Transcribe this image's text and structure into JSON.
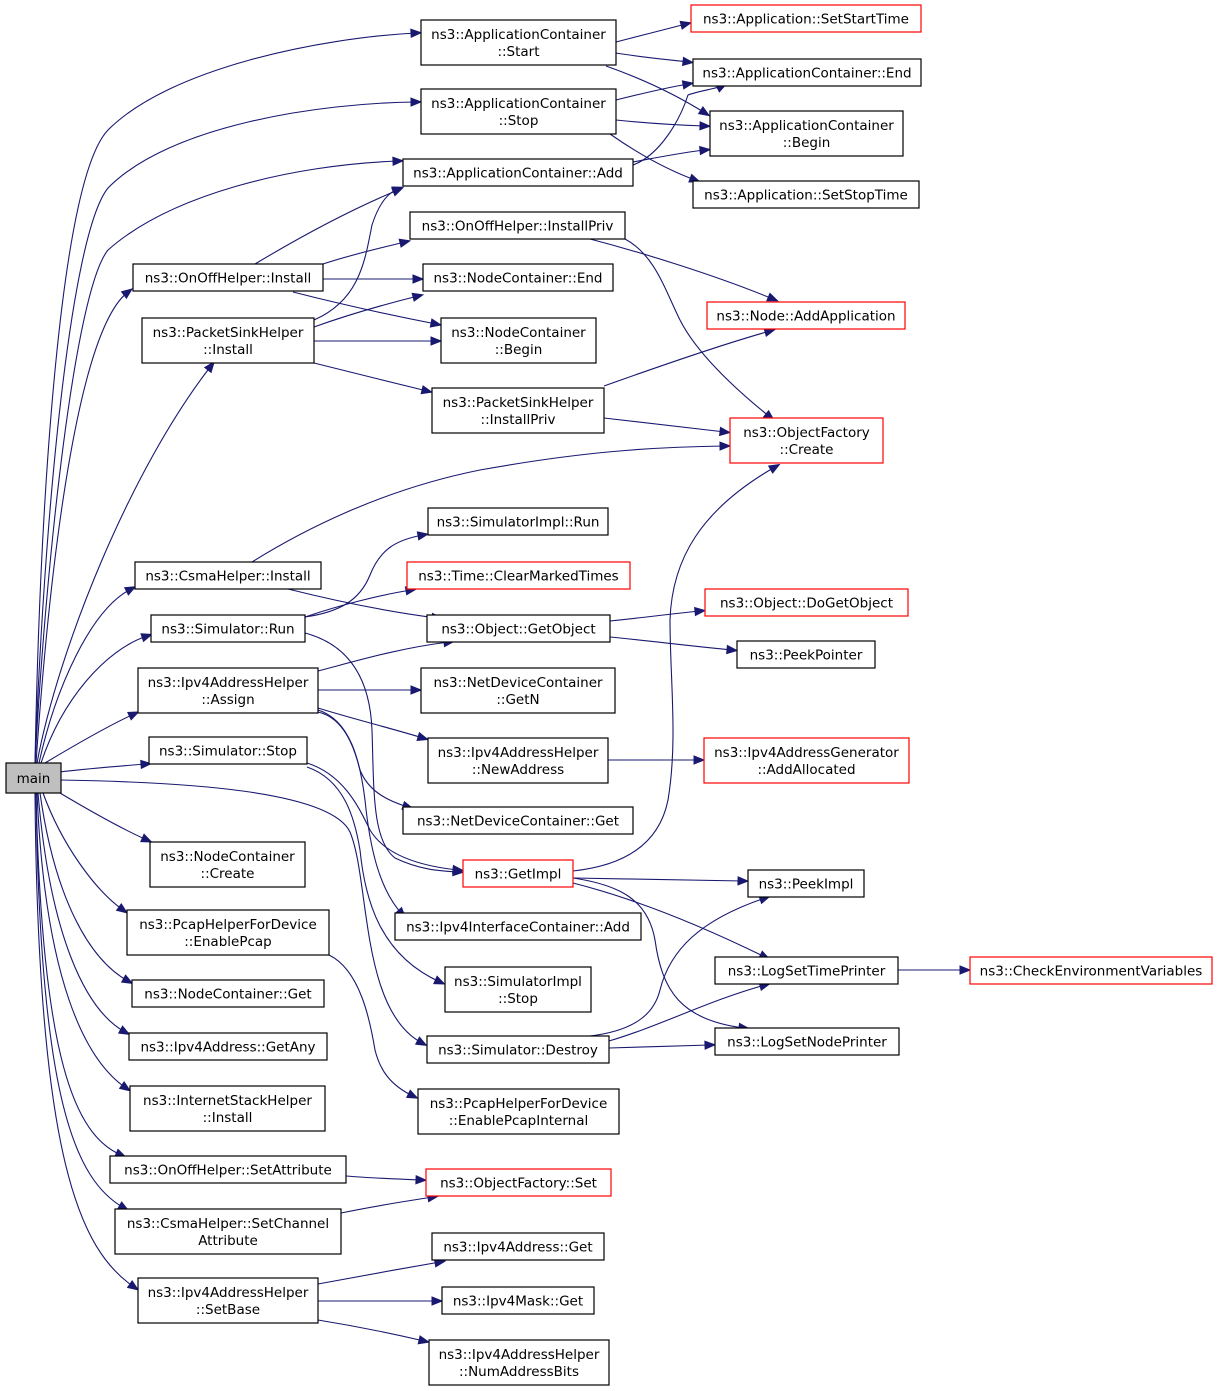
{
  "colors": {
    "edge": "#191970",
    "node_border": "#000000",
    "truncated_border": "#ff0000",
    "root_fill": "#bfbfbf"
  },
  "nodes": [
    {
      "id": "main",
      "lines": [
        "main"
      ],
      "style": "root"
    },
    {
      "id": "acStart",
      "lines": [
        "ns3::ApplicationContainer",
        "::Start"
      ]
    },
    {
      "id": "acStop",
      "lines": [
        "ns3::ApplicationContainer",
        "::Stop"
      ]
    },
    {
      "id": "acAdd",
      "lines": [
        "ns3::ApplicationContainer::Add"
      ]
    },
    {
      "id": "ooInstallPriv",
      "lines": [
        "ns3::OnOffHelper::InstallPriv"
      ]
    },
    {
      "id": "ooInstall",
      "lines": [
        "ns3::OnOffHelper::Install"
      ]
    },
    {
      "id": "psInstall",
      "lines": [
        "ns3::PacketSinkHelper",
        "::Install"
      ]
    },
    {
      "id": "ncEnd",
      "lines": [
        "ns3::NodeContainer::End"
      ]
    },
    {
      "id": "ncBegin",
      "lines": [
        "ns3::NodeContainer",
        "::Begin"
      ]
    },
    {
      "id": "psInstallPriv",
      "lines": [
        "ns3::PacketSinkHelper",
        "::InstallPriv"
      ]
    },
    {
      "id": "appSetStart",
      "lines": [
        "ns3::Application::SetStartTime"
      ],
      "style": "trunc"
    },
    {
      "id": "acEnd",
      "lines": [
        "ns3::ApplicationContainer::End"
      ]
    },
    {
      "id": "acBegin",
      "lines": [
        "ns3::ApplicationContainer",
        "::Begin"
      ]
    },
    {
      "id": "appSetStop",
      "lines": [
        "ns3::Application::SetStopTime"
      ]
    },
    {
      "id": "nodeAddApp",
      "lines": [
        "ns3::Node::AddApplication"
      ],
      "style": "trunc"
    },
    {
      "id": "ofCreate",
      "lines": [
        "ns3::ObjectFactory",
        "::Create"
      ],
      "style": "trunc"
    },
    {
      "id": "simImplRun",
      "lines": [
        "ns3::SimulatorImpl::Run"
      ]
    },
    {
      "id": "timeClear",
      "lines": [
        "ns3::Time::ClearMarkedTimes"
      ],
      "style": "trunc"
    },
    {
      "id": "csmaInstall",
      "lines": [
        "ns3::CsmaHelper::Install"
      ]
    },
    {
      "id": "simRun",
      "lines": [
        "ns3::Simulator::Run"
      ]
    },
    {
      "id": "objGetObject",
      "lines": [
        "ns3::Object::GetObject"
      ]
    },
    {
      "id": "objDoGet",
      "lines": [
        "ns3::Object::DoGetObject"
      ],
      "style": "trunc"
    },
    {
      "id": "peekPointer",
      "lines": [
        "ns3::PeekPointer"
      ]
    },
    {
      "id": "ipv4Assign",
      "lines": [
        "ns3::Ipv4AddressHelper",
        "::Assign"
      ]
    },
    {
      "id": "ndcGetN",
      "lines": [
        "ns3::NetDeviceContainer",
        "::GetN"
      ]
    },
    {
      "id": "ipv4NewAddr",
      "lines": [
        "ns3::Ipv4AddressHelper",
        "::NewAddress"
      ]
    },
    {
      "id": "ipv4GenAlloc",
      "lines": [
        "ns3::Ipv4AddressGenerator",
        "::AddAllocated"
      ],
      "style": "trunc"
    },
    {
      "id": "simStop",
      "lines": [
        "ns3::Simulator::Stop"
      ]
    },
    {
      "id": "ndcGet",
      "lines": [
        "ns3::NetDeviceContainer::Get"
      ]
    },
    {
      "id": "ncCreate",
      "lines": [
        "ns3::NodeContainer",
        "::Create"
      ]
    },
    {
      "id": "getImpl",
      "lines": [
        "ns3::GetImpl"
      ],
      "style": "trunc"
    },
    {
      "id": "peekImpl",
      "lines": [
        "ns3::PeekImpl"
      ]
    },
    {
      "id": "pcapEnable",
      "lines": [
        "ns3::PcapHelperForDevice",
        "::EnablePcap"
      ]
    },
    {
      "id": "ipv4IfAdd",
      "lines": [
        "ns3::Ipv4InterfaceContainer::Add"
      ]
    },
    {
      "id": "logTime",
      "lines": [
        "ns3::LogSetTimePrinter"
      ]
    },
    {
      "id": "checkEnv",
      "lines": [
        "ns3::CheckEnvironmentVariables"
      ],
      "style": "trunc"
    },
    {
      "id": "simImplStop",
      "lines": [
        "ns3::SimulatorImpl",
        "::Stop"
      ]
    },
    {
      "id": "ncGet",
      "lines": [
        "ns3::NodeContainer::Get"
      ]
    },
    {
      "id": "ipv4GetAny",
      "lines": [
        "ns3::Ipv4Address::GetAny"
      ]
    },
    {
      "id": "simDestroy",
      "lines": [
        "ns3::Simulator::Destroy"
      ]
    },
    {
      "id": "logNode",
      "lines": [
        "ns3::LogSetNodePrinter"
      ]
    },
    {
      "id": "ishInstall",
      "lines": [
        "ns3::InternetStackHelper",
        "::Install"
      ]
    },
    {
      "id": "pcapInternal",
      "lines": [
        "ns3::PcapHelperForDevice",
        "::EnablePcapInternal"
      ]
    },
    {
      "id": "ooSetAttr",
      "lines": [
        "ns3::OnOffHelper::SetAttribute"
      ]
    },
    {
      "id": "ofSet",
      "lines": [
        "ns3::ObjectFactory::Set"
      ],
      "style": "trunc"
    },
    {
      "id": "csmaSetChan",
      "lines": [
        "ns3::CsmaHelper::SetChannel",
        "Attribute"
      ]
    },
    {
      "id": "ipv4Get",
      "lines": [
        "ns3::Ipv4Address::Get"
      ]
    },
    {
      "id": "ipv4SetBase",
      "lines": [
        "ns3::Ipv4AddressHelper",
        "::SetBase"
      ]
    },
    {
      "id": "maskGet",
      "lines": [
        "ns3::Ipv4Mask::Get"
      ]
    },
    {
      "id": "numBits",
      "lines": [
        "ns3::Ipv4AddressHelper",
        "::NumAddressBits"
      ]
    }
  ],
  "edges": [
    [
      "main",
      "acStart"
    ],
    [
      "main",
      "acStop"
    ],
    [
      "main",
      "acAdd"
    ],
    [
      "main",
      "ooInstall"
    ],
    [
      "main",
      "psInstall"
    ],
    [
      "main",
      "csmaInstall"
    ],
    [
      "main",
      "simRun"
    ],
    [
      "main",
      "ipv4Assign"
    ],
    [
      "main",
      "simStop"
    ],
    [
      "main",
      "ncCreate"
    ],
    [
      "main",
      "pcapEnable"
    ],
    [
      "main",
      "ncGet"
    ],
    [
      "main",
      "ipv4GetAny"
    ],
    [
      "main",
      "ishInstall"
    ],
    [
      "main",
      "ooSetAttr"
    ],
    [
      "main",
      "csmaSetChan"
    ],
    [
      "main",
      "ipv4SetBase"
    ],
    [
      "main",
      "simDestroy"
    ],
    [
      "acStart",
      "appSetStart"
    ],
    [
      "acStart",
      "acEnd"
    ],
    [
      "acStart",
      "acBegin"
    ],
    [
      "acStop",
      "acEnd"
    ],
    [
      "acStop",
      "acBegin"
    ],
    [
      "acStop",
      "appSetStop"
    ],
    [
      "acAdd",
      "acEnd"
    ],
    [
      "acAdd",
      "acBegin"
    ],
    [
      "ooInstall",
      "acAdd"
    ],
    [
      "ooInstall",
      "ooInstallPriv"
    ],
    [
      "ooInstall",
      "ncEnd"
    ],
    [
      "ooInstall",
      "ncBegin"
    ],
    [
      "ooInstallPriv",
      "nodeAddApp"
    ],
    [
      "ooInstallPriv",
      "ofCreate"
    ],
    [
      "psInstall",
      "acAdd"
    ],
    [
      "psInstall",
      "ncEnd"
    ],
    [
      "psInstall",
      "ncBegin"
    ],
    [
      "psInstall",
      "psInstallPriv"
    ],
    [
      "psInstallPriv",
      "nodeAddApp"
    ],
    [
      "psInstallPriv",
      "ofCreate"
    ],
    [
      "csmaInstall",
      "ofCreate"
    ],
    [
      "csmaInstall",
      "objGetObject"
    ],
    [
      "simRun",
      "simImplRun"
    ],
    [
      "simRun",
      "timeClear"
    ],
    [
      "simRun",
      "getImpl"
    ],
    [
      "objGetObject",
      "objDoGet"
    ],
    [
      "objGetObject",
      "peekPointer"
    ],
    [
      "ipv4Assign",
      "objGetObject"
    ],
    [
      "ipv4Assign",
      "ndcGetN"
    ],
    [
      "ipv4Assign",
      "ipv4NewAddr"
    ],
    [
      "ipv4Assign",
      "ndcGet"
    ],
    [
      "ipv4Assign",
      "ipv4IfAdd"
    ],
    [
      "ipv4NewAddr",
      "ipv4GenAlloc"
    ],
    [
      "simStop",
      "getImpl"
    ],
    [
      "simStop",
      "simImplStop"
    ],
    [
      "getImpl",
      "ofCreate"
    ],
    [
      "getImpl",
      "peekImpl"
    ],
    [
      "getImpl",
      "logTime"
    ],
    [
      "getImpl",
      "logNode"
    ],
    [
      "logTime",
      "checkEnv"
    ],
    [
      "simDestroy",
      "peekImpl"
    ],
    [
      "simDestroy",
      "logTime"
    ],
    [
      "simDestroy",
      "logNode"
    ],
    [
      "pcapEnable",
      "pcapInternal"
    ],
    [
      "ooSetAttr",
      "ofSet"
    ],
    [
      "csmaSetChan",
      "ofSet"
    ],
    [
      "ipv4SetBase",
      "ipv4Get"
    ],
    [
      "ipv4SetBase",
      "maskGet"
    ],
    [
      "ipv4SetBase",
      "numBits"
    ]
  ]
}
